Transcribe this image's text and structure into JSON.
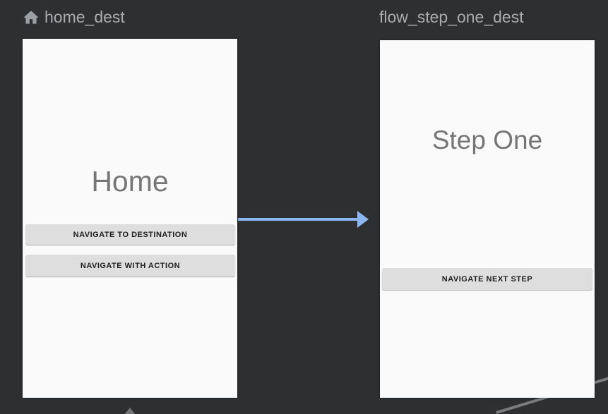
{
  "editor": {
    "background_color": "#2d2f31",
    "action_arrow_color": "#8cb6f0",
    "edge_gray_color": "#7a7c7e",
    "icons": {
      "home_icon": "home-icon"
    }
  },
  "destinations": [
    {
      "id": "home_dest",
      "label": "home_dest",
      "is_start_destination": true,
      "screen_title": "Home",
      "buttons": [
        "NAVIGATE TO DESTINATION",
        "NAVIGATE WITH ACTION"
      ]
    },
    {
      "id": "flow_step_one_dest",
      "label": "flow_step_one_dest",
      "is_start_destination": false,
      "screen_title": "Step One",
      "buttons": [
        "NAVIGATE NEXT STEP"
      ]
    }
  ]
}
